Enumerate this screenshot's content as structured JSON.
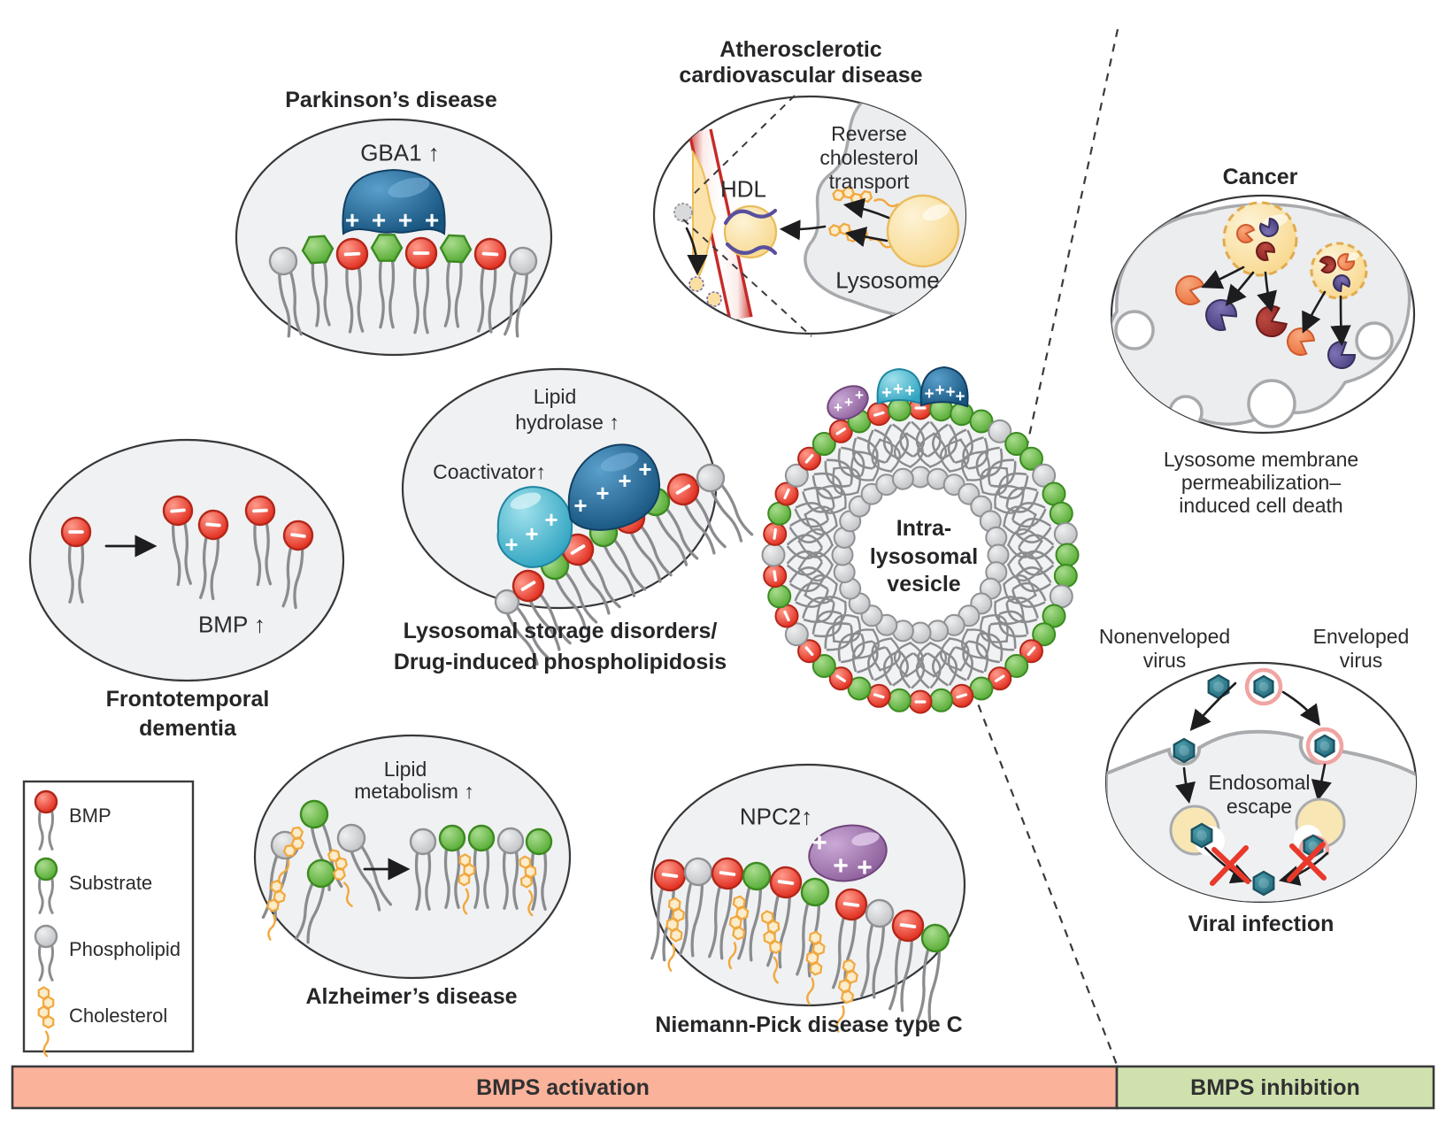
{
  "symbols": {
    "positive_charge": "+",
    "negative_charge": "−"
  },
  "colors": {
    "panel_fill": "#f0f1f2",
    "panel_stroke": "#37383a",
    "bmp_red": "#e63223",
    "substrate_green": "#57ad35",
    "phospholipid_gray": "#c2c4c6",
    "cholesterol_yellow": "#f7d488",
    "protein_blue": "#1b5a8e",
    "coactivator_cyan": "#2fa4c0",
    "npc2_purple": "#8d5f9b",
    "virus_teal": "#2f7e95",
    "envelope_pink": "#f0a5a2",
    "activation_bar": "#fbb29a",
    "inhibition_bar": "#cfe2ad"
  },
  "panels": {
    "parkinsons": {
      "title": "Parkinson’s disease",
      "label_gba1": "GBA1 ↑"
    },
    "acd": {
      "title_line1": "Atherosclerotic",
      "title_line2": "cardiovascular disease",
      "label_rct_line1": "Reverse",
      "label_rct_line2": "cholesterol",
      "label_rct_line3": "transport",
      "label_hdl": "HDL",
      "label_lysosome": "Lysosome"
    },
    "cancer": {
      "title": "Cancer",
      "caption_line1": "Lysosome membrane",
      "caption_line2": "permeabilization–",
      "caption_line3": "induced cell death"
    },
    "ftd": {
      "label_bmp": "BMP ↑",
      "title_line1": "Frontotemporal",
      "title_line2": "dementia"
    },
    "lsd": {
      "label_hydrolase_line1": "Lipid",
      "label_hydrolase_line2": "hydrolase  ↑",
      "label_coactivator": "Coactivator↑",
      "title_line1": "Lysosomal storage disorders/",
      "title_line2": "Drug-induced phospholipidosis"
    },
    "vesicle": {
      "label_line1": "Intra-",
      "label_line2": "lysosomal",
      "label_line3": "vesicle"
    },
    "alzheimers": {
      "label_line1": "Lipid",
      "label_line2": "metabolism ↑",
      "title": "Alzheimer’s disease"
    },
    "npc": {
      "label_npc2": "NPC2↑",
      "title": "Niemann-Pick disease type C"
    },
    "viral": {
      "label_nonenv_line1": "Nonenveloped",
      "label_nonenv_line2": "virus",
      "label_env_line1": "Enveloped",
      "label_env_line2": "virus",
      "label_endo_line1": "Endosomal",
      "label_endo_line2": "escape",
      "title": "Viral infection"
    }
  },
  "legend": {
    "items": [
      {
        "label": "BMP"
      },
      {
        "label": "Substrate"
      },
      {
        "label": "Phospholipid"
      },
      {
        "label": "Cholesterol"
      }
    ]
  },
  "footer": {
    "activation_label": "BMPS activation",
    "inhibition_label": "BMPS inhibition"
  }
}
